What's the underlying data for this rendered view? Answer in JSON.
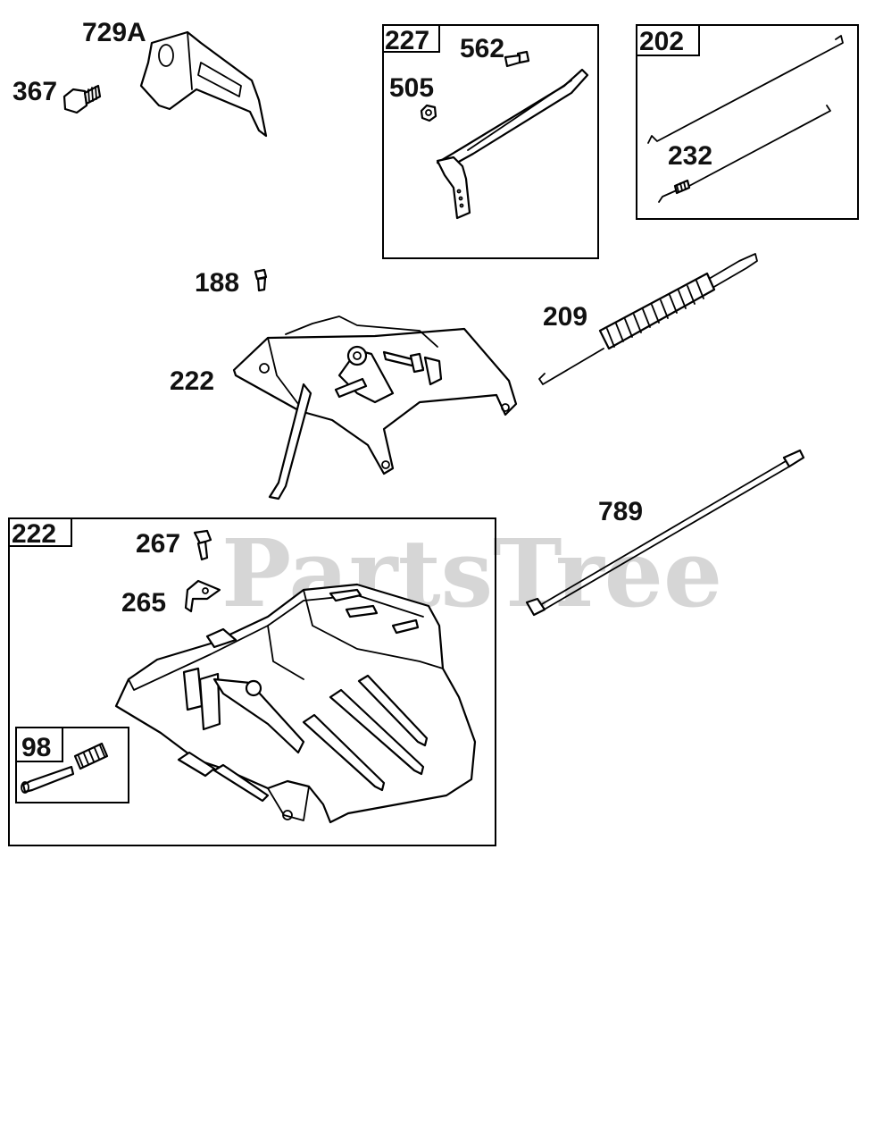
{
  "watermark": "PartsTree",
  "callouts": {
    "p729a": "729A",
    "p367": "367",
    "p227": "227",
    "p562": "562",
    "p505": "505",
    "p202": "202",
    "p232": "232",
    "p188": "188",
    "p209": "209",
    "p222_top": "222",
    "p789": "789",
    "p222_box": "222",
    "p267": "267",
    "p265": "265",
    "p98": "98"
  }
}
